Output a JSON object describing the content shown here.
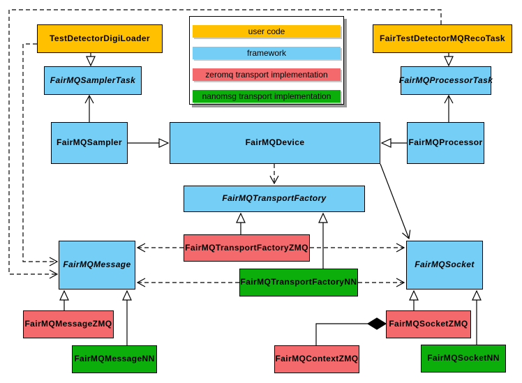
{
  "colors": {
    "user_code": "#FFC000",
    "framework": "#74CEF5",
    "zeromq_impl": "#F4696B",
    "nanomsg_impl": "#0BAE0B"
  },
  "legend": {
    "items": [
      {
        "label": "user code",
        "type": "user_code"
      },
      {
        "label": "framework",
        "type": "framework"
      },
      {
        "label": "zeromq transport implementation",
        "type": "zeromq_impl"
      },
      {
        "label": "nanomsg transport implementation",
        "type": "nanomsg_impl"
      }
    ]
  },
  "nodes": [
    {
      "id": "TestDetectorDigiLoader",
      "label": "TestDetectorDigiLoader",
      "type": "user_code",
      "abstract": false
    },
    {
      "id": "FairTestDetectorMQRecoTask",
      "label": "FairTestDetectorMQRecoTask",
      "type": "user_code",
      "abstract": false
    },
    {
      "id": "FairMQSamplerTask",
      "label": "FairMQSamplerTask",
      "type": "framework",
      "abstract": true
    },
    {
      "id": "FairMQProcessorTask",
      "label": "FairMQProcessorTask",
      "type": "framework",
      "abstract": true
    },
    {
      "id": "FairMQSampler",
      "label": "FairMQSampler",
      "type": "framework",
      "abstract": false
    },
    {
      "id": "FairMQDevice",
      "label": "FairMQDevice",
      "type": "framework",
      "abstract": false
    },
    {
      "id": "FairMQProcessor",
      "label": "FairMQProcessor",
      "type": "framework",
      "abstract": false
    },
    {
      "id": "FairMQTransportFactory",
      "label": "FairMQTransportFactory",
      "type": "framework",
      "abstract": true
    },
    {
      "id": "FairMQTransportFactoryZMQ",
      "label": "FairMQTransportFactoryZMQ",
      "type": "zeromq_impl",
      "abstract": false
    },
    {
      "id": "FairMQTransportFactoryNN",
      "label": "FairMQTransportFactoryNN",
      "type": "nanomsg_impl",
      "abstract": false
    },
    {
      "id": "FairMQMessage",
      "label": "FairMQMessage",
      "type": "framework",
      "abstract": true
    },
    {
      "id": "FairMQSocket",
      "label": "FairMQSocket",
      "type": "framework",
      "abstract": true
    },
    {
      "id": "FairMQMessageZMQ",
      "label": "FairMQMessageZMQ",
      "type": "zeromq_impl",
      "abstract": false
    },
    {
      "id": "FairMQMessageNN",
      "label": "FairMQMessageNN",
      "type": "nanomsg_impl",
      "abstract": false
    },
    {
      "id": "FairMQContextZMQ",
      "label": "FairMQContextZMQ",
      "type": "zeromq_impl",
      "abstract": false
    },
    {
      "id": "FairMQSocketZMQ",
      "label": "FairMQSocketZMQ",
      "type": "zeromq_impl",
      "abstract": false
    },
    {
      "id": "FairMQSocketNN",
      "label": "FairMQSocketNN",
      "type": "nanomsg_impl",
      "abstract": false
    }
  ],
  "edges": [
    {
      "from": "TestDetectorDigiLoader",
      "to": "FairMQSamplerTask",
      "type": "inheritance"
    },
    {
      "from": "FairTestDetectorMQRecoTask",
      "to": "FairMQProcessorTask",
      "type": "inheritance"
    },
    {
      "from": "FairMQSampler",
      "to": "FairMQSamplerTask",
      "type": "association"
    },
    {
      "from": "FairMQProcessor",
      "to": "FairMQProcessorTask",
      "type": "association"
    },
    {
      "from": "FairMQSampler",
      "to": "FairMQDevice",
      "type": "inheritance"
    },
    {
      "from": "FairMQProcessor",
      "to": "FairMQDevice",
      "type": "inheritance"
    },
    {
      "from": "FairMQDevice",
      "to": "FairMQTransportFactory",
      "type": "dependency"
    },
    {
      "from": "FairMQDevice",
      "to": "FairMQSocket",
      "type": "association"
    },
    {
      "from": "FairMQTransportFactoryZMQ",
      "to": "FairMQTransportFactory",
      "type": "inheritance"
    },
    {
      "from": "FairMQTransportFactoryNN",
      "to": "FairMQTransportFactory",
      "type": "inheritance"
    },
    {
      "from": "FairMQTransportFactoryZMQ",
      "to": "FairMQMessage",
      "type": "dependency"
    },
    {
      "from": "FairMQTransportFactoryZMQ",
      "to": "FairMQSocket",
      "type": "dependency"
    },
    {
      "from": "FairMQTransportFactoryNN",
      "to": "FairMQMessage",
      "type": "dependency"
    },
    {
      "from": "FairMQTransportFactoryNN",
      "to": "FairMQSocket",
      "type": "dependency"
    },
    {
      "from": "TestDetectorDigiLoader",
      "to": "FairMQMessage",
      "type": "dependency"
    },
    {
      "from": "FairTestDetectorMQRecoTask",
      "to": "FairMQMessage",
      "type": "dependency"
    },
    {
      "from": "FairMQMessageZMQ",
      "to": "FairMQMessage",
      "type": "inheritance"
    },
    {
      "from": "FairMQMessageNN",
      "to": "FairMQMessage",
      "type": "inheritance"
    },
    {
      "from": "FairMQSocketZMQ",
      "to": "FairMQSocket",
      "type": "inheritance"
    },
    {
      "from": "FairMQSocketNN",
      "to": "FairMQSocket",
      "type": "inheritance"
    },
    {
      "from": "FairMQContextZMQ",
      "to": "FairMQSocketZMQ",
      "type": "composition"
    }
  ]
}
